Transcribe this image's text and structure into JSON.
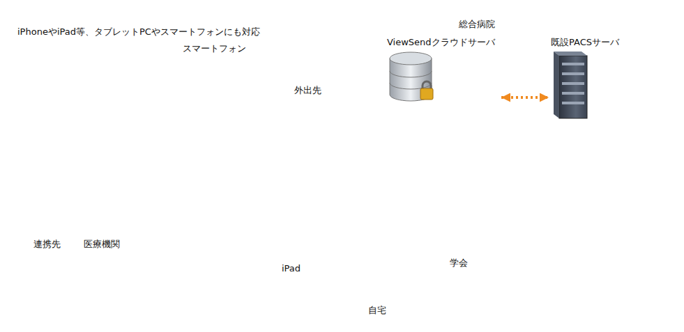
{
  "diagram": {
    "nodes": [
      {
        "text": [
          "総合病院"
        ]
      },
      {
        "text": [
          "ViewSendクラウドサーバ"
        ],
        "in": 0
      },
      {
        "text": [
          "既設PACSサーバ"
        ],
        "in": 0
      }
    ],
    "edges": [
      {
        "from": 1,
        "to": 2,
        "arrow": "both"
      }
    ],
    "labels": [
      "iPhoneやiPad等、タブレットPCやスマートフォンにも対応",
      "スマートフォン",
      "外出先",
      "連携先",
      "医療機関",
      "iPad",
      "自宅",
      "学会"
    ]
  }
}
